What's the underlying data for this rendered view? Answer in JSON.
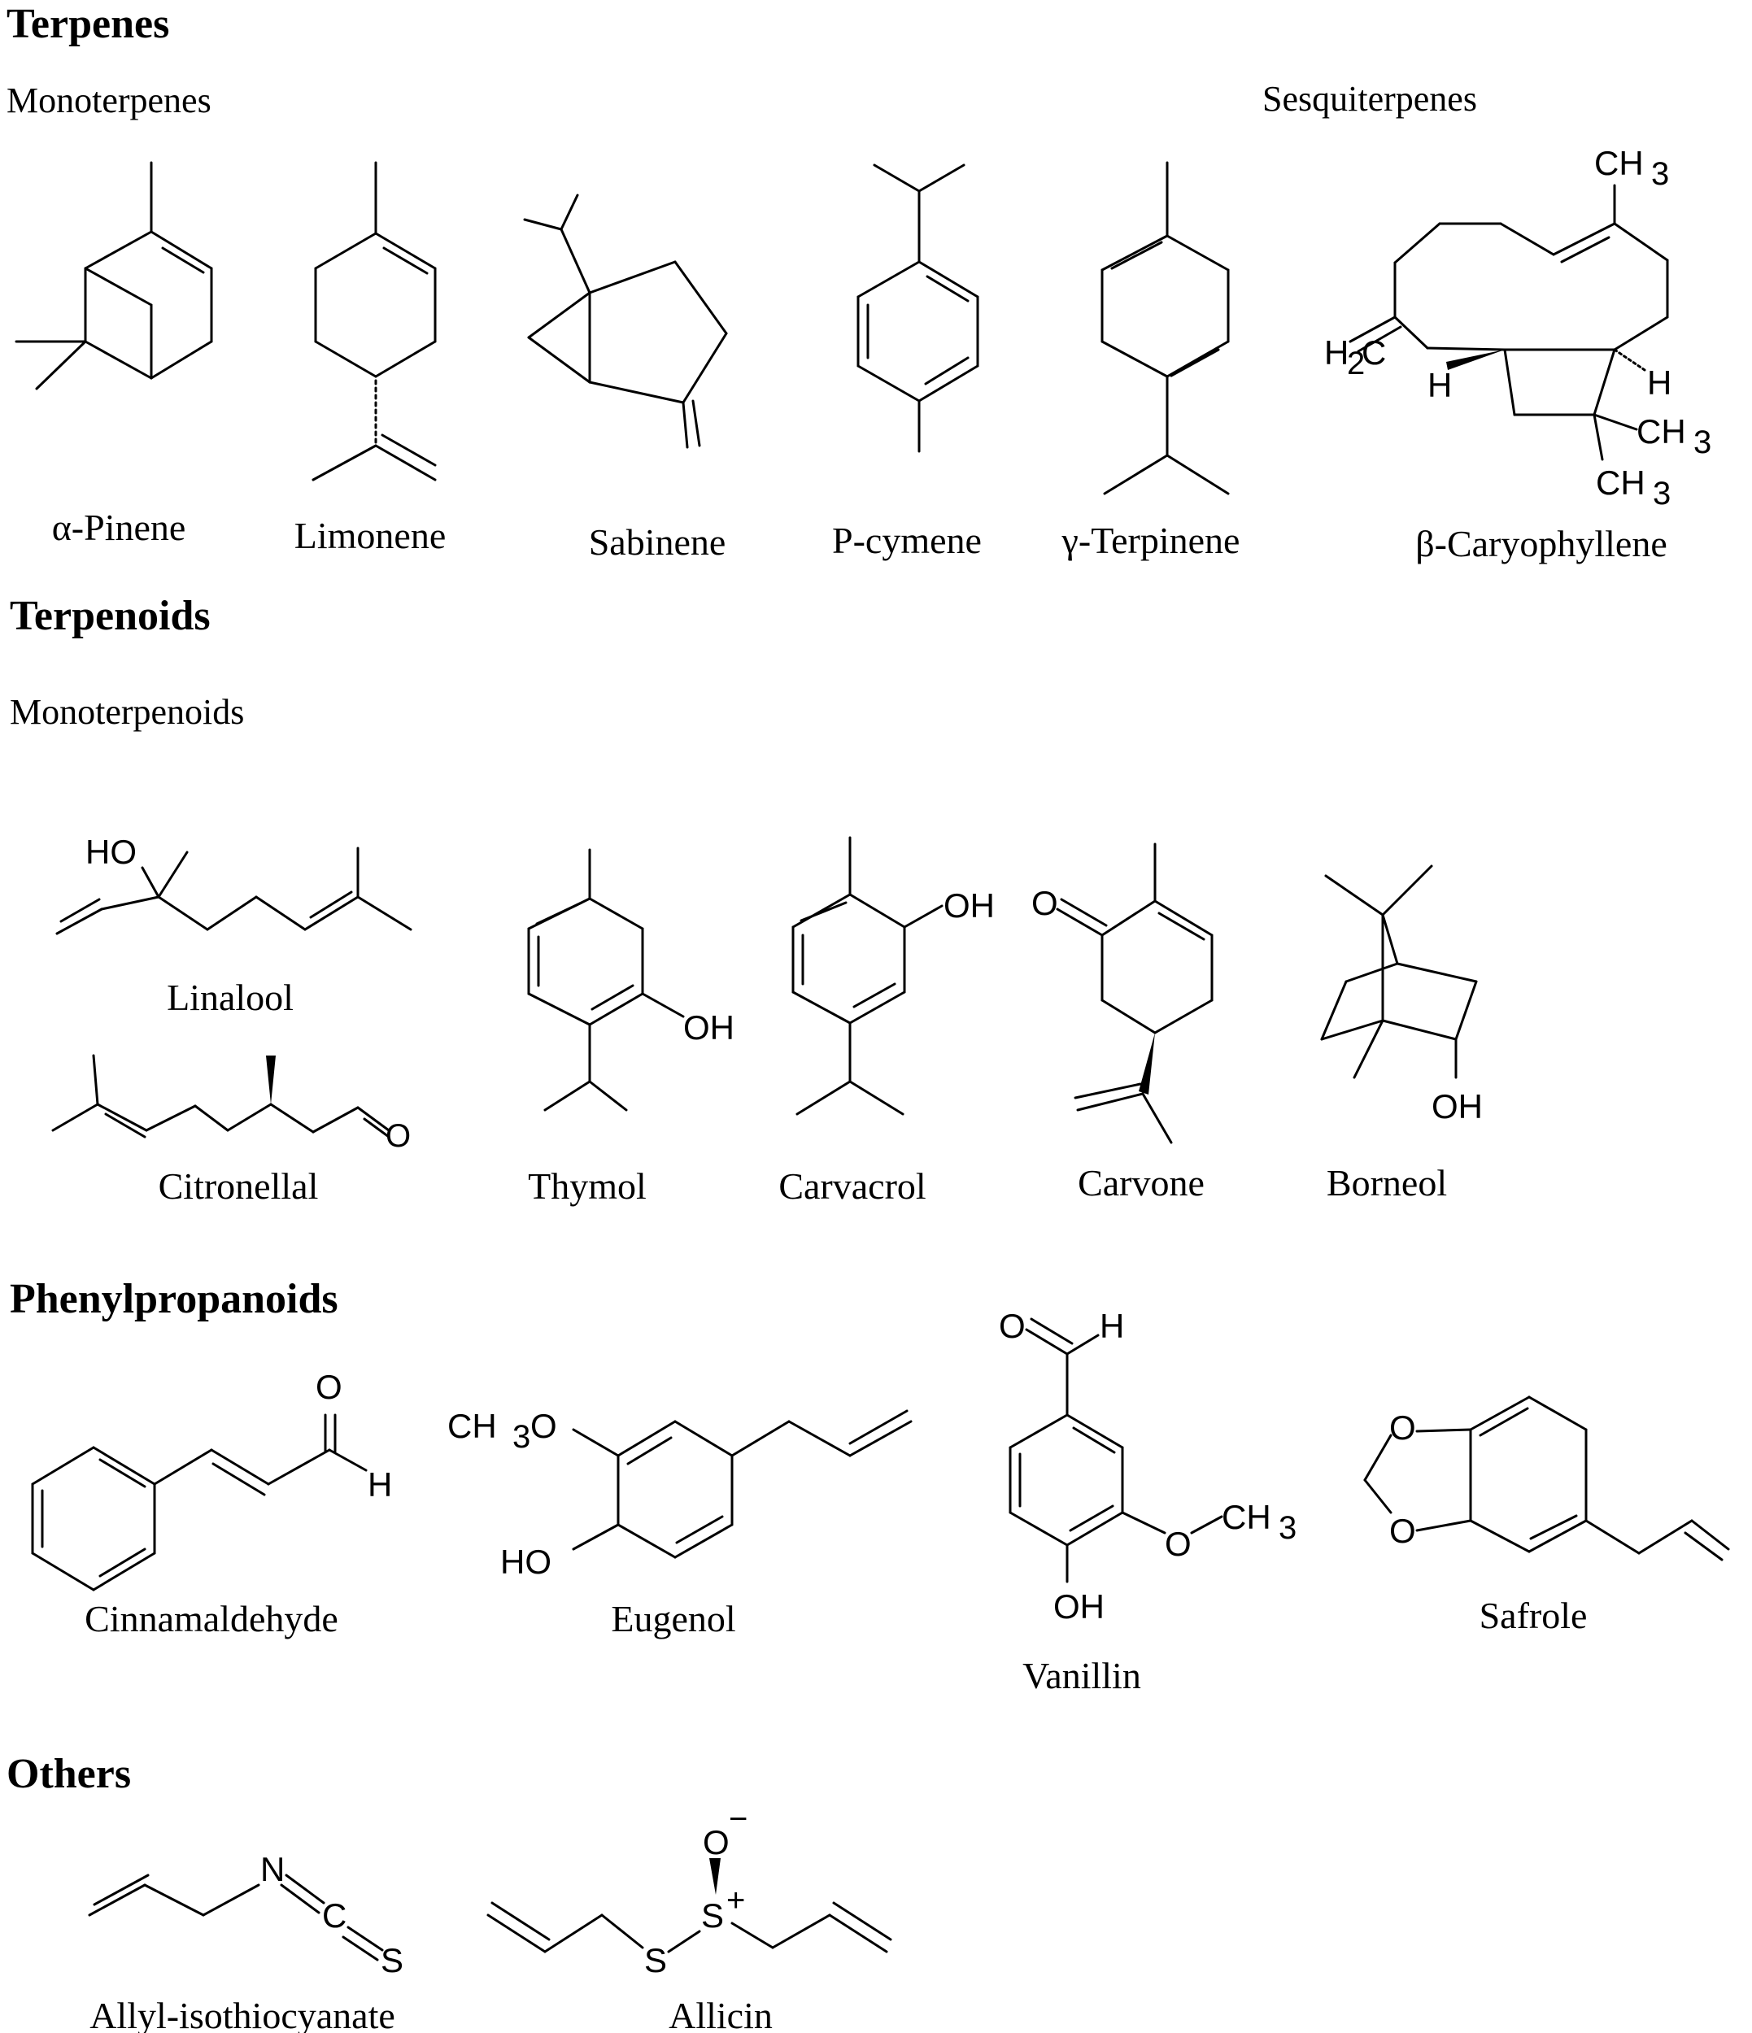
{
  "sections": {
    "terpenes": "Terpenes",
    "monoterpenes": "Monoterpenes",
    "sesquiterpenes": "Sesquiterpenes",
    "terpenoids": "Terpenoids",
    "monoterpenoids": "Monoterpenoids",
    "phenylpropanoids": "Phenylpropanoids",
    "others": "Others"
  },
  "compounds": {
    "alpha_pinene": "α-Pinene",
    "limonene": "Limonene",
    "sabinene": "Sabinene",
    "p_cymene": "P-cymene",
    "gamma_terpinene": "γ-Terpinene",
    "beta_caryophyllene": "β-Caryophyllene",
    "linalool": "Linalool",
    "citronellal": "Citronellal",
    "thymol": "Thymol",
    "carvacrol": "Carvacrol",
    "carvone": "Carvone",
    "borneol": "Borneol",
    "cinnamaldehyde": "Cinnamaldehyde",
    "eugenol": "Eugenol",
    "vanillin": "Vanillin",
    "safrole": "Safrole",
    "allyl_isothiocyanate": "Allyl-isothiocyanate",
    "allicin": "Allicin"
  },
  "atoms": {
    "ch3": "CH",
    "sub3": "3",
    "h2c": "H",
    "sub2": "2",
    "c": "C",
    "h": "H",
    "ho": "HO",
    "oh": "OH",
    "o": "O",
    "o_minus": "O",
    "minus": "−",
    "ch3o": "CH",
    "o_after": "O",
    "n": "N",
    "s": "S",
    "s_plus": "S",
    "plus": "+"
  }
}
